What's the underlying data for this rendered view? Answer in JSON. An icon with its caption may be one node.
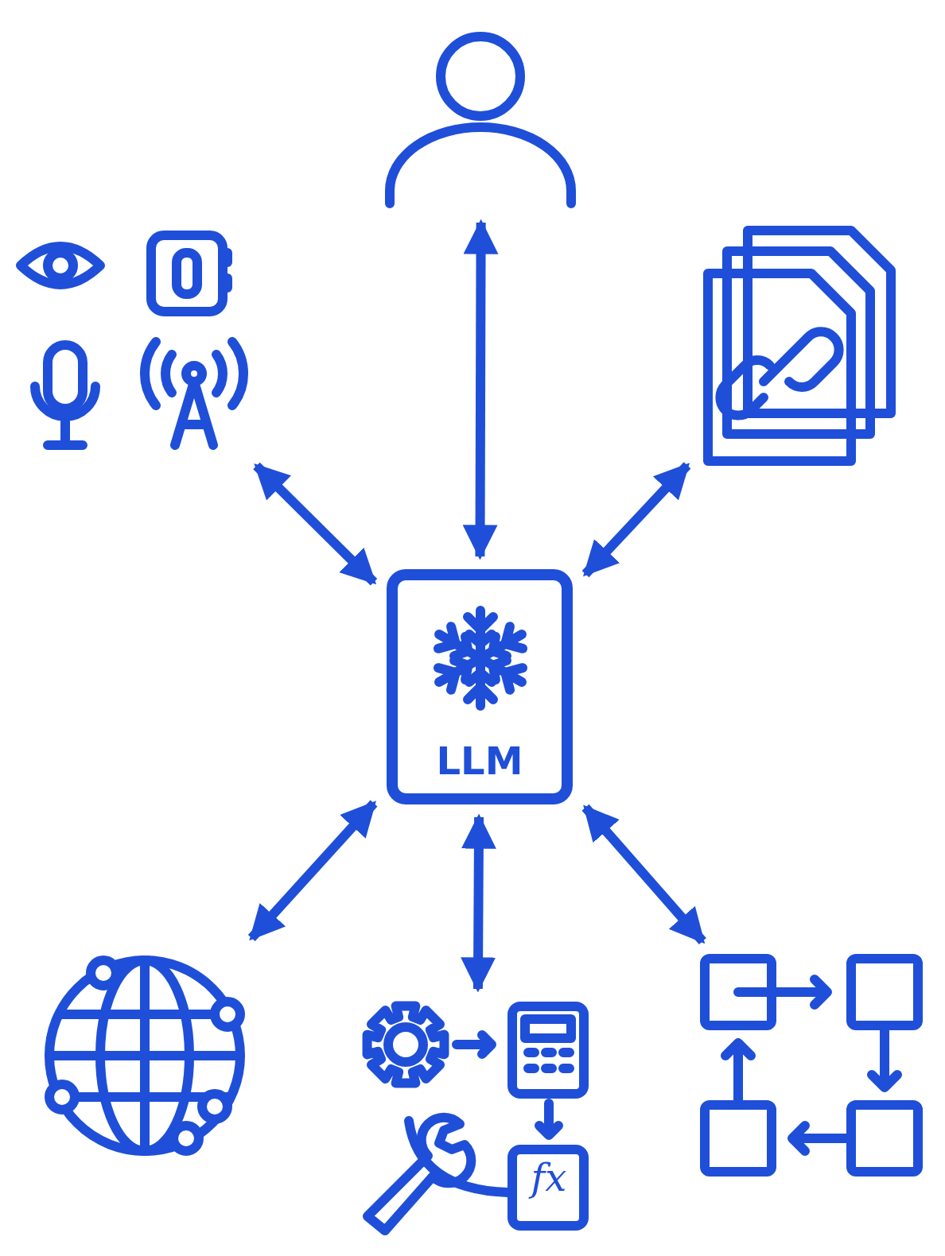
{
  "diagram": {
    "nodes": [
      {
        "text": [],
        "shape": "person"
      },
      {
        "text": [],
        "shape": "picture"
      },
      {
        "text": [],
        "shape": "picture"
      },
      {
        "text": [
          "LLM"
        ]
      },
      {
        "text": [],
        "shape": "picture"
      },
      {
        "text": [],
        "shape": "picture"
      },
      {
        "text": [],
        "shape": "picture"
      }
    ],
    "edges": [
      {
        "from": 3,
        "to": 0,
        "arrow": "both"
      },
      {
        "from": 3,
        "to": 1,
        "arrow": "both"
      },
      {
        "from": 3,
        "to": 2,
        "arrow": "both"
      },
      {
        "from": 3,
        "to": 4,
        "arrow": "both"
      },
      {
        "from": 3,
        "to": 5,
        "arrow": "both"
      },
      {
        "from": 3,
        "to": 6,
        "arrow": "both"
      }
    ],
    "labels": [
      "fx"
    ]
  }
}
